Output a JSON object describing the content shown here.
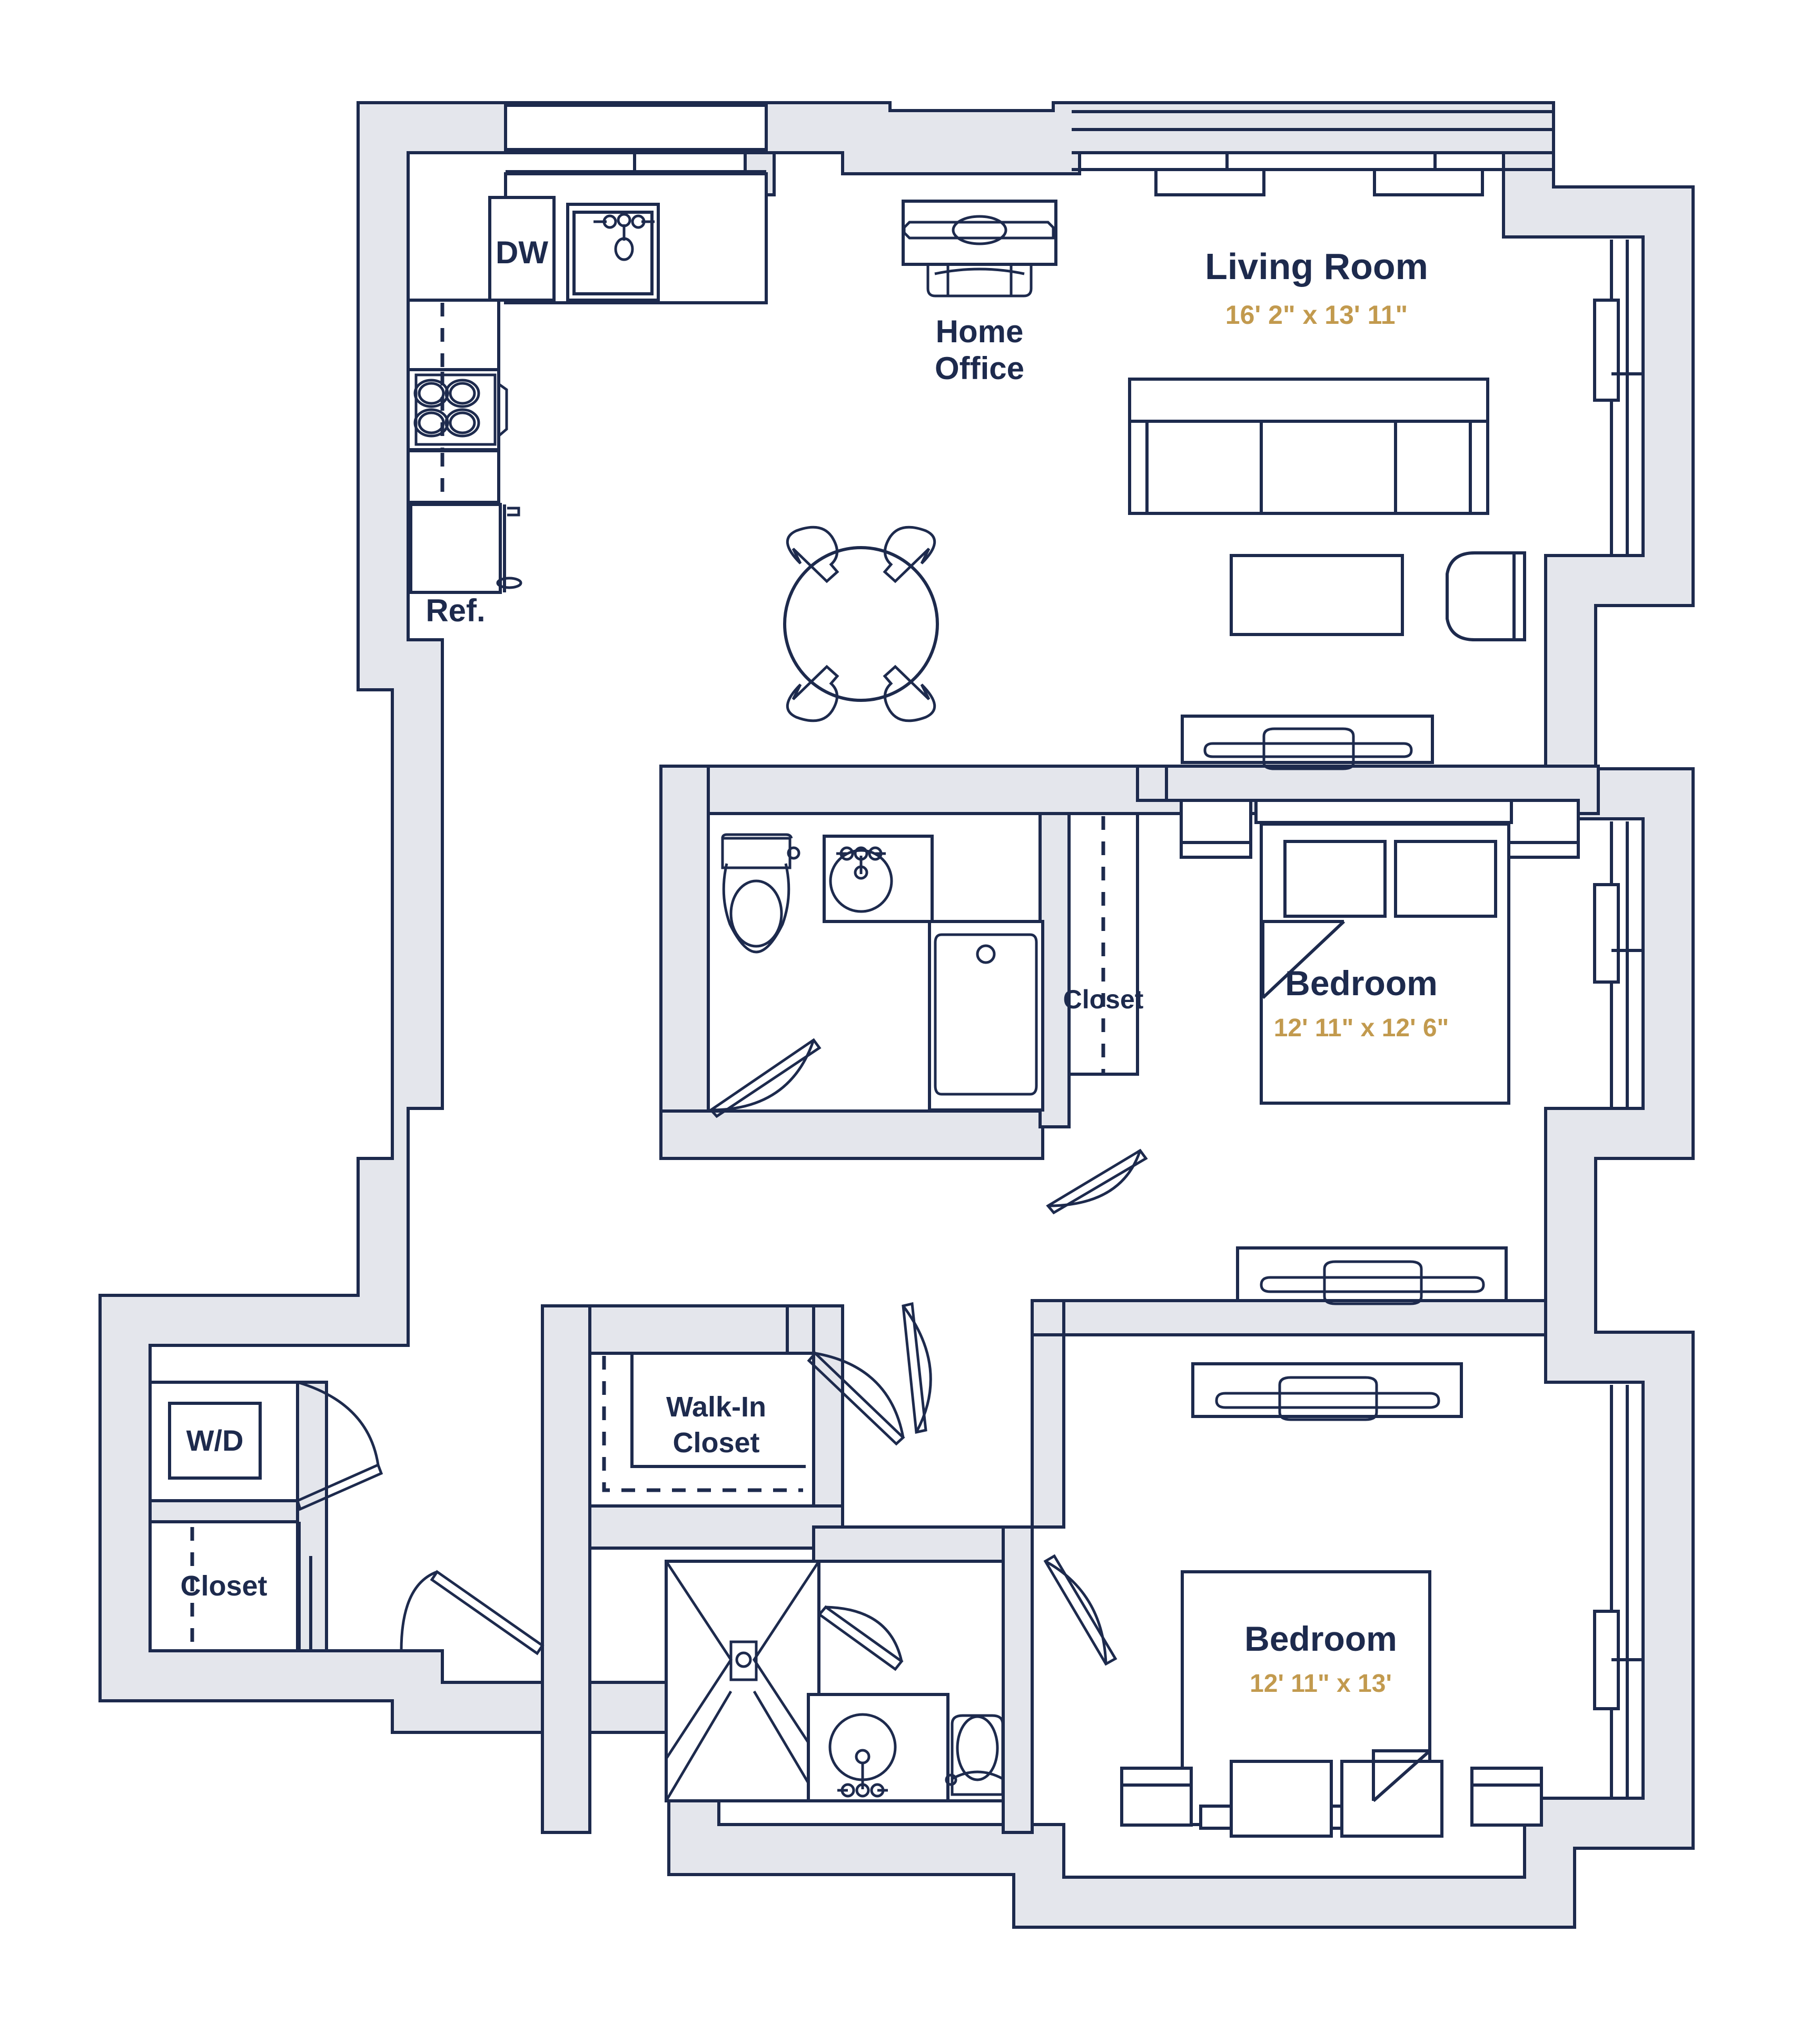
{
  "plan": {
    "title": "Two Bedroom Apartment Floor Plan",
    "colors": {
      "wall_fill": "#e4e6ec",
      "line": "#1d2a4d",
      "room_label": "#1d2a4d",
      "dimension_label": "#c29a4e",
      "background": "#ffffff"
    }
  },
  "rooms": [
    {
      "id": "living-room",
      "name": "Living Room",
      "dimensions": "16' 2\" x 13' 11\""
    },
    {
      "id": "home-office",
      "name_line1": "Home",
      "name_line2": "Office",
      "name": "Home Office",
      "dimensions": ""
    },
    {
      "id": "bedroom-1",
      "name": "Bedroom",
      "dimensions": "12' 11\" x 12' 6\""
    },
    {
      "id": "bedroom-2",
      "name": "Bedroom",
      "dimensions": "12' 11\" x 13'"
    },
    {
      "id": "closet-bed1",
      "name": "Closet",
      "dimensions": ""
    },
    {
      "id": "walk-in-closet",
      "name_line1": "Walk-In",
      "name_line2": "Closet",
      "name": "Walk-In Closet",
      "dimensions": ""
    },
    {
      "id": "closet-entry",
      "name": "Closet",
      "dimensions": ""
    }
  ],
  "appliances": [
    {
      "id": "dishwasher",
      "label": "DW"
    },
    {
      "id": "refrigerator",
      "label": "Ref."
    },
    {
      "id": "washer-dryer",
      "label": "W/D"
    }
  ],
  "fixtures": [
    "kitchen-sink",
    "range-cooktop",
    "upper-cabinets",
    "base-cabinets",
    "toilet",
    "bathroom-sink",
    "bathtub",
    "shower",
    "toilet-2",
    "bathroom-sink-2"
  ],
  "furniture": [
    "sofa",
    "coffee-table",
    "armchair",
    "dining-table",
    "dining-chair",
    "desk",
    "desk-chair",
    "bed",
    "nightstand",
    "console-table"
  ]
}
